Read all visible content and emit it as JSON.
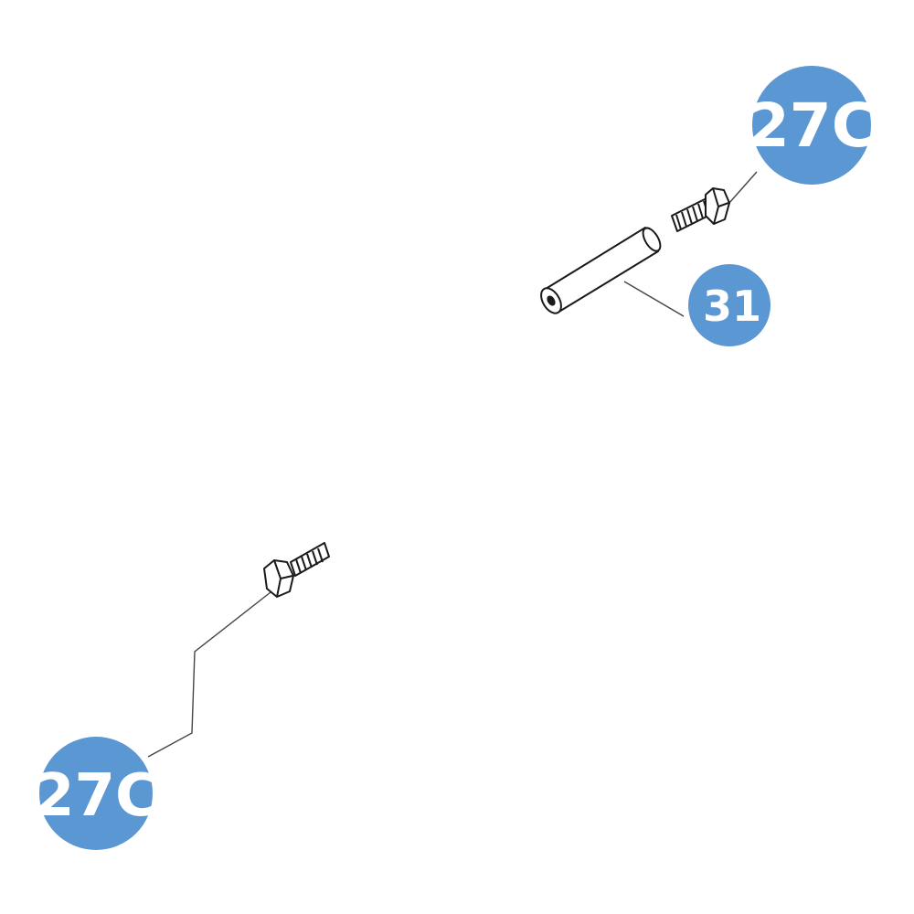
{
  "callouts": [
    {
      "id": "upper-bolt",
      "label": "27C"
    },
    {
      "id": "spacer-tube",
      "label": "31"
    },
    {
      "id": "lower-bolt",
      "label": "27C"
    }
  ],
  "colors": {
    "callout_fill": "#5b97d2",
    "callout_text": "#ffffff",
    "line": "#1a1a1a"
  }
}
